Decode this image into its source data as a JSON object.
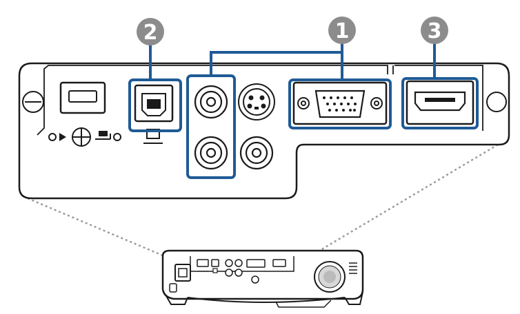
{
  "diagram": {
    "callouts": [
      {
        "label": "2",
        "target": "usb-b-port"
      },
      {
        "label": "1",
        "target": "composite-rca-ports-and-vga-port"
      },
      {
        "label": "3",
        "target": "hdmi-port"
      }
    ],
    "colors": {
      "callout_fill": "#8c8c8c",
      "highlight": "#1f5a96",
      "line": "#1a1a1a",
      "leader_dashes": "#9a9a9a"
    },
    "icons": [
      "usb-a-port-icon",
      "usb-b-port-icon",
      "rca-port-icon",
      "s-video-port-icon",
      "vga-port-icon",
      "hdmi-port-icon",
      "kensington-slot-icon",
      "speaker-grille-icon",
      "power-inlet-icon",
      "projector-icon"
    ]
  }
}
